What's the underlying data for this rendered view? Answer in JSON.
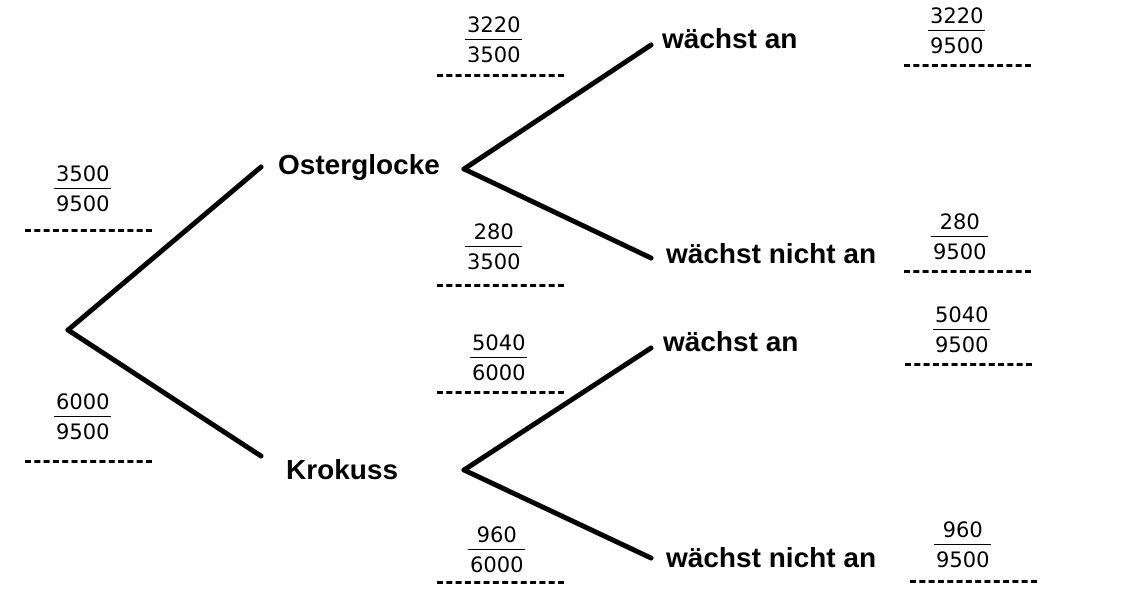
{
  "level1": {
    "osterglocke": {
      "label": "Osterglocke",
      "prob_num": "3500",
      "prob_den": "9500"
    },
    "krokuss": {
      "label": "Krokuss",
      "prob_num": "6000",
      "prob_den": "9500"
    }
  },
  "level2": {
    "ost_waechst": {
      "label": "wächst an",
      "prob_num": "3220",
      "prob_den": "3500",
      "result_num": "3220",
      "result_den": "9500"
    },
    "ost_nicht": {
      "label": "wächst nicht an",
      "prob_num": "280",
      "prob_den": "3500",
      "result_num": "280",
      "result_den": "9500"
    },
    "kro_waechst": {
      "label": "wächst an",
      "prob_num": "5040",
      "prob_den": "6000",
      "result_num": "5040",
      "result_den": "9500"
    },
    "kro_nicht": {
      "label": "wächst nicht an",
      "prob_num": "960",
      "prob_den": "6000",
      "result_num": "960",
      "result_den": "9500"
    }
  }
}
